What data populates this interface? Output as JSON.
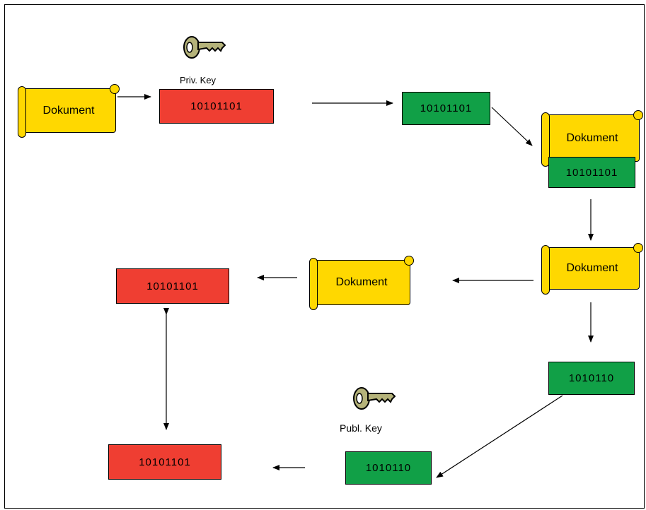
{
  "private_key": {
    "label": "Priv. Key",
    "icon": "key-icon",
    "signature_bits": "10101101"
  },
  "public_key": {
    "label": "Publ. Key",
    "icon": "key-icon",
    "bits": "1010110"
  },
  "document_label": "Dokument",
  "signed_bits": "10101101",
  "received_bits": "1010110",
  "hash_bits": "10101101",
  "decrypted_bits": "10101101",
  "colors": {
    "document": "#ffd800",
    "red_box": "#ef3e32",
    "green_box": "#11a047",
    "key": "#b5b37a"
  }
}
